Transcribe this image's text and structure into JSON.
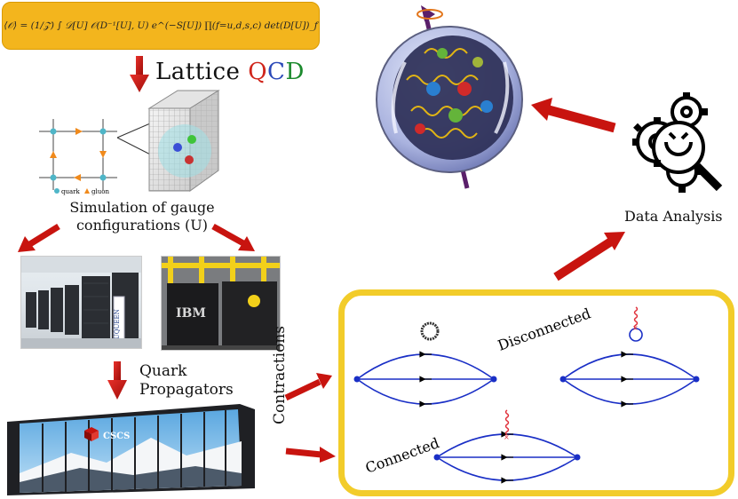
{
  "formula": "⟨𝒪⟩ = (1/𝒵) ∫ 𝒟[U] 𝒪(D⁻¹[U], U) e^(−S[U]) ∏(f=u,d,s,c) det(D[U])_f",
  "title": {
    "part1": "Lattice ",
    "q": "Q",
    "c": "C",
    "d": "D"
  },
  "lattice_legend": {
    "quark": "quark",
    "gluon": "gluon"
  },
  "sim_caption_line1": "Simulation of gauge",
  "sim_caption_line2": "configurations (U)",
  "juqueen_label": "JUQUEEN",
  "ibm_label": "IBM",
  "propagators_line1": "Quark",
  "propagators_line2": "Propagators",
  "cscs_label": "CSCS",
  "contractions_label": "Contractions",
  "disconnected_label": "Disconnected",
  "connected_label": "Connected",
  "data_analysis_label": "Data Analysis",
  "colors": {
    "arrow": "#c8140f",
    "box_border": "#f2cc2a",
    "diagram_line": "#1a2fc6",
    "gluon": "#e0303a"
  }
}
